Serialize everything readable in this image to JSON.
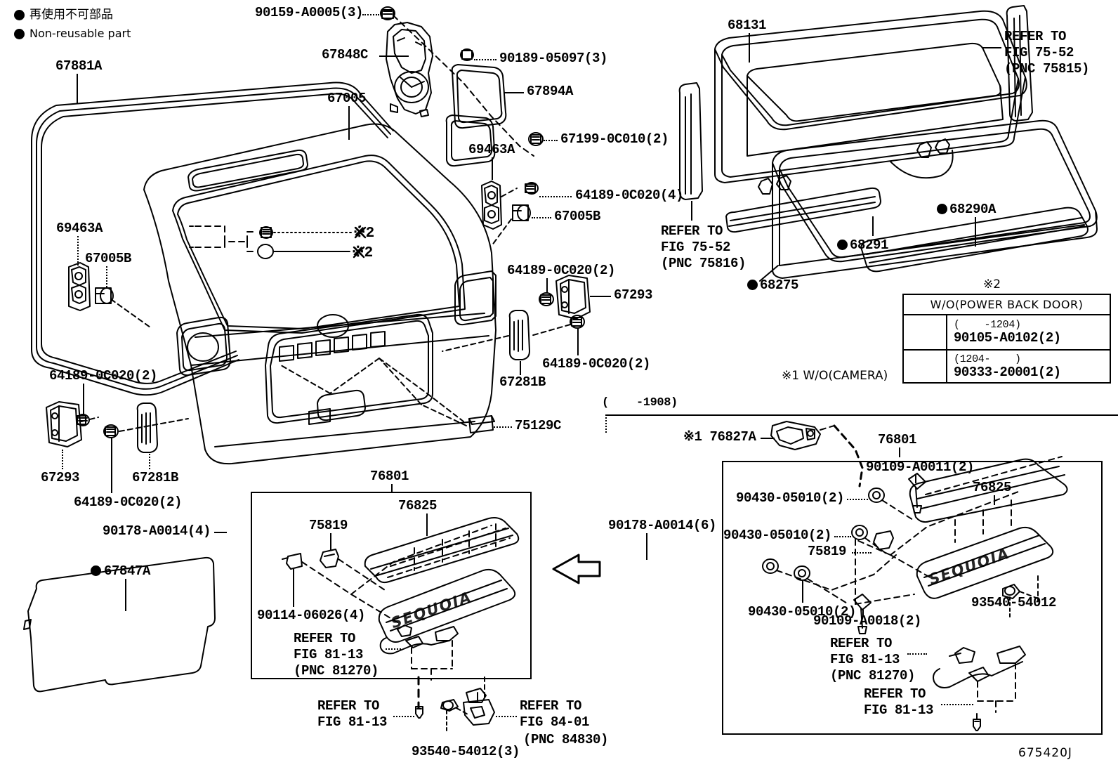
{
  "diagram": {
    "id": "675420J",
    "legend": [
      {
        "symbol": "filled-circle",
        "text_ja": "再使用不可部品"
      },
      {
        "symbol": "filled-circle",
        "text_en": "Non-reusable part"
      }
    ],
    "notes": {
      "note1": "※1 W/O(CAMERA)",
      "note2_marker": "※2",
      "callout_a": "※2",
      "callout_b": "※2"
    }
  },
  "spec_table": {
    "marker": "※2",
    "header": "W/O(POWER BACK DOOR)",
    "rows": [
      {
        "icon": "bolt-icon",
        "range": "(    -1204)",
        "part": "90105-A0102(2)"
      },
      {
        "icon": "grommet-icon",
        "range": "(1204-    )",
        "part": "90333-20001(2)"
      }
    ]
  },
  "labels": {
    "p67881A": "67881A",
    "p69463A_left": "69463A",
    "p67005B_left": "67005B",
    "p64189_left": "64189-0C020(2)",
    "p67293_left": "67293",
    "p67281B_left": "67281B",
    "p64189_left2": "64189-0C020(2)",
    "p90178_left": "90178-A0014(4)",
    "p67847A": "67847A",
    "p90159": "90159-A0005(3)",
    "p67848C": "67848C",
    "p90189": "90189-05097(3)",
    "p67005": "67005",
    "p67894A": "67894A",
    "p67199": "67199-0C010(2)",
    "p69463A_mid": "69463A",
    "p64189_mid4": "64189-0C020(4)",
    "p67005B_mid": "67005B",
    "p64189_mid_top": "64189-0C020(2)",
    "p67293_mid": "67293",
    "p64189_mid_bot": "64189-0C020(2)",
    "p67281B_mid": "67281B",
    "p75129C": "75129C",
    "p68131": "68131",
    "refer_75815": "REFER TO\nFIG 75-52\n(PNC 75815)",
    "refer_75816": "REFER TO\nFIG 75-52\n(PNC 75816)",
    "p68290A": "68290A",
    "p68291": "68291",
    "p68275": "68275"
  },
  "box_left": {
    "title": "76801",
    "p76825": "76825",
    "p75819": "75819",
    "p90114": "90114-06026(4)",
    "refer_81270": "REFER TO\nFIG 81-13\n(PNC 81270)"
  },
  "box_left_below": {
    "refer_8113": "REFER TO\nFIG 81-13",
    "p93540": "93540-54012(3)",
    "refer_8401": "REFER TO\nFIG 84-01",
    "pnc_84830": "(PNC 84830)"
  },
  "box_right": {
    "range_label": "(    -1908)",
    "p76827A": "※1 76827A",
    "title": "76801",
    "p90109_a0011": "90109-A0011(2)",
    "p76825": "76825",
    "p90430_a": "90430-05010(2)",
    "p90430_b": "90430-05010(2)",
    "p90178": "90178-A0014(6)",
    "p75819": "75819",
    "p90430_c": "90430-05010(2)",
    "p90109_a0018": "90109-A0018(2)",
    "p93540": "93540-54012",
    "refer_81270": "REFER TO\nFIG 81-13\n(PNC 81270)",
    "refer_8113": "REFER TO\nFIG 81-13"
  },
  "emblem": {
    "text": "SEQUOIA"
  },
  "colors": {
    "ink": "#000000",
    "paper": "#ffffff"
  }
}
